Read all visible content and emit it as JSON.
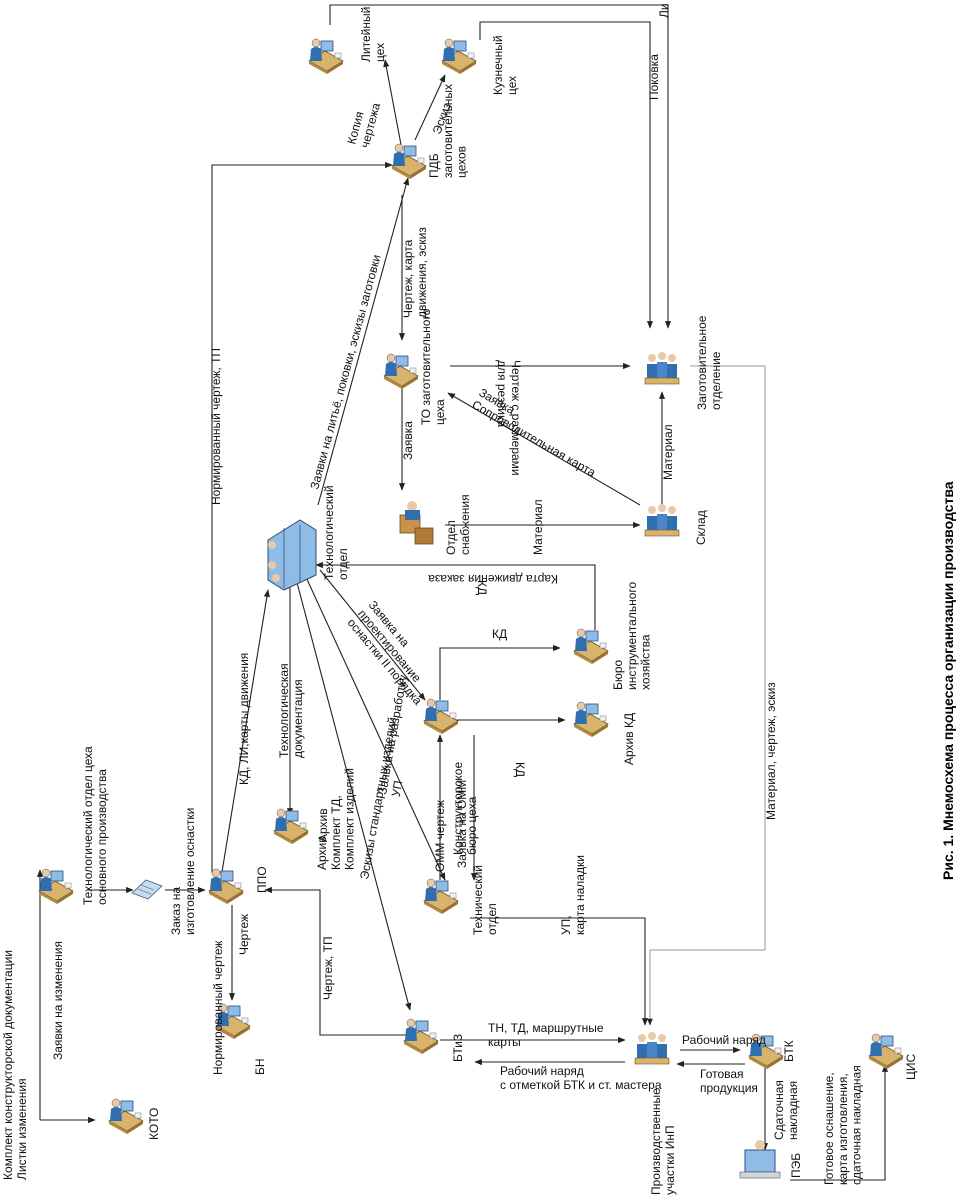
{
  "caption": "Рис. 1. Мнемосхема процесса организации производства",
  "nodes": {
    "koto": "КОТО",
    "ppo": "ППО",
    "bn": "БН",
    "btiz": "БТиЗ",
    "tech_office": "Технический\nотдел",
    "archive": "Архив",
    "tech_dept": "Технологический\nотдел",
    "tech_dept_main": "Технологический отдел цеха\nосновного производства",
    "design_bureau": "Конструкторское\nбюро цеха",
    "archive_kd": "Архив КД",
    "tool_bureau": "Бюро\nинструментального\nхозяйства",
    "supply": "Отдел\nснабжения",
    "warehouse": "Склад",
    "to_workshop": "ТО заготовительного\nцеха",
    "pdb": "ПДБ\nзаготовительных\nцехов",
    "foundry": "Литейный\nцех",
    "forge": "Кузнечный\nцех",
    "blank_section": "Заготовительное\nотделение",
    "prod_sites": "Производственные\nучастки ИнП",
    "btk": "БТК",
    "peb": "ПЭБ",
    "tsis": "ЦИС"
  },
  "edges": {
    "kd_set": "Комплект конструкторской документации\nЛистки изменения",
    "change_requests": "Заявки на изменения",
    "tooling_order": "Заказ на\nизготовление оснастки",
    "normed_drawing_bn": "Нормированный чертеж",
    "drawing": "Чертеж",
    "kd_li_cards": "КД, ЛИ,карты движения",
    "tech_docs": "Технологическая\nдокументация",
    "normed_drawing_tp": "Нормированный чертеж, ТП",
    "drawing_tp": "Чертеж, ТП",
    "archive_kit": "Архив\nКомплект ТД,\nКомплект изделий",
    "sketches_std": "Эскизы стандартных изделий",
    "dev_request": "Заявка на разработку\nУП",
    "tooling_design": "Заявка на\nпроектирование\nоснастки II порядка",
    "omm_drawing": "ОММ чертеж",
    "omm_request": "Заявка на ОММ",
    "kd1": "КД",
    "kd2": "КД",
    "kd3": "КД",
    "order_card": "Карта движения заказа",
    "material1": "Материал",
    "material2": "Материал",
    "casting_requests": "Заявки на литьё, поковки, эскизы заготовки",
    "copy_drawing": "Копия\nчертежа",
    "sketch": "Эскиз",
    "forging": "Поковка",
    "litye": "Ли",
    "drawing_card": "Чертеж, карта\nдвижения, эскиз",
    "request": "Заявка",
    "request_card": "Заявка\nСопроводительная карта",
    "drawing_sizes": "Чертеж с размерами\nдля резчика",
    "material_drawing_sketch": "Материал, чертеж, эскиз",
    "up_card": "УП,\nкарта наладки",
    "tn_td": "ТН, ТД, маршрутные\nкарты",
    "work_order": "Рабочий наряд",
    "work_order_btk": "Рабочий наряд\nс отметкой БТК и ст. мастера",
    "finished_products": "Готовая\nпродукция",
    "delivery_note": "Сдаточная\nнакладная",
    "ready_tooling": "Готовое оснашение,\nкарта изготовления,\nсдаточная накладная"
  },
  "colors": {
    "desk": "#d9b36c",
    "person": "#2f6fb0",
    "screen": "#8fbce6",
    "stroke": "#222222"
  }
}
